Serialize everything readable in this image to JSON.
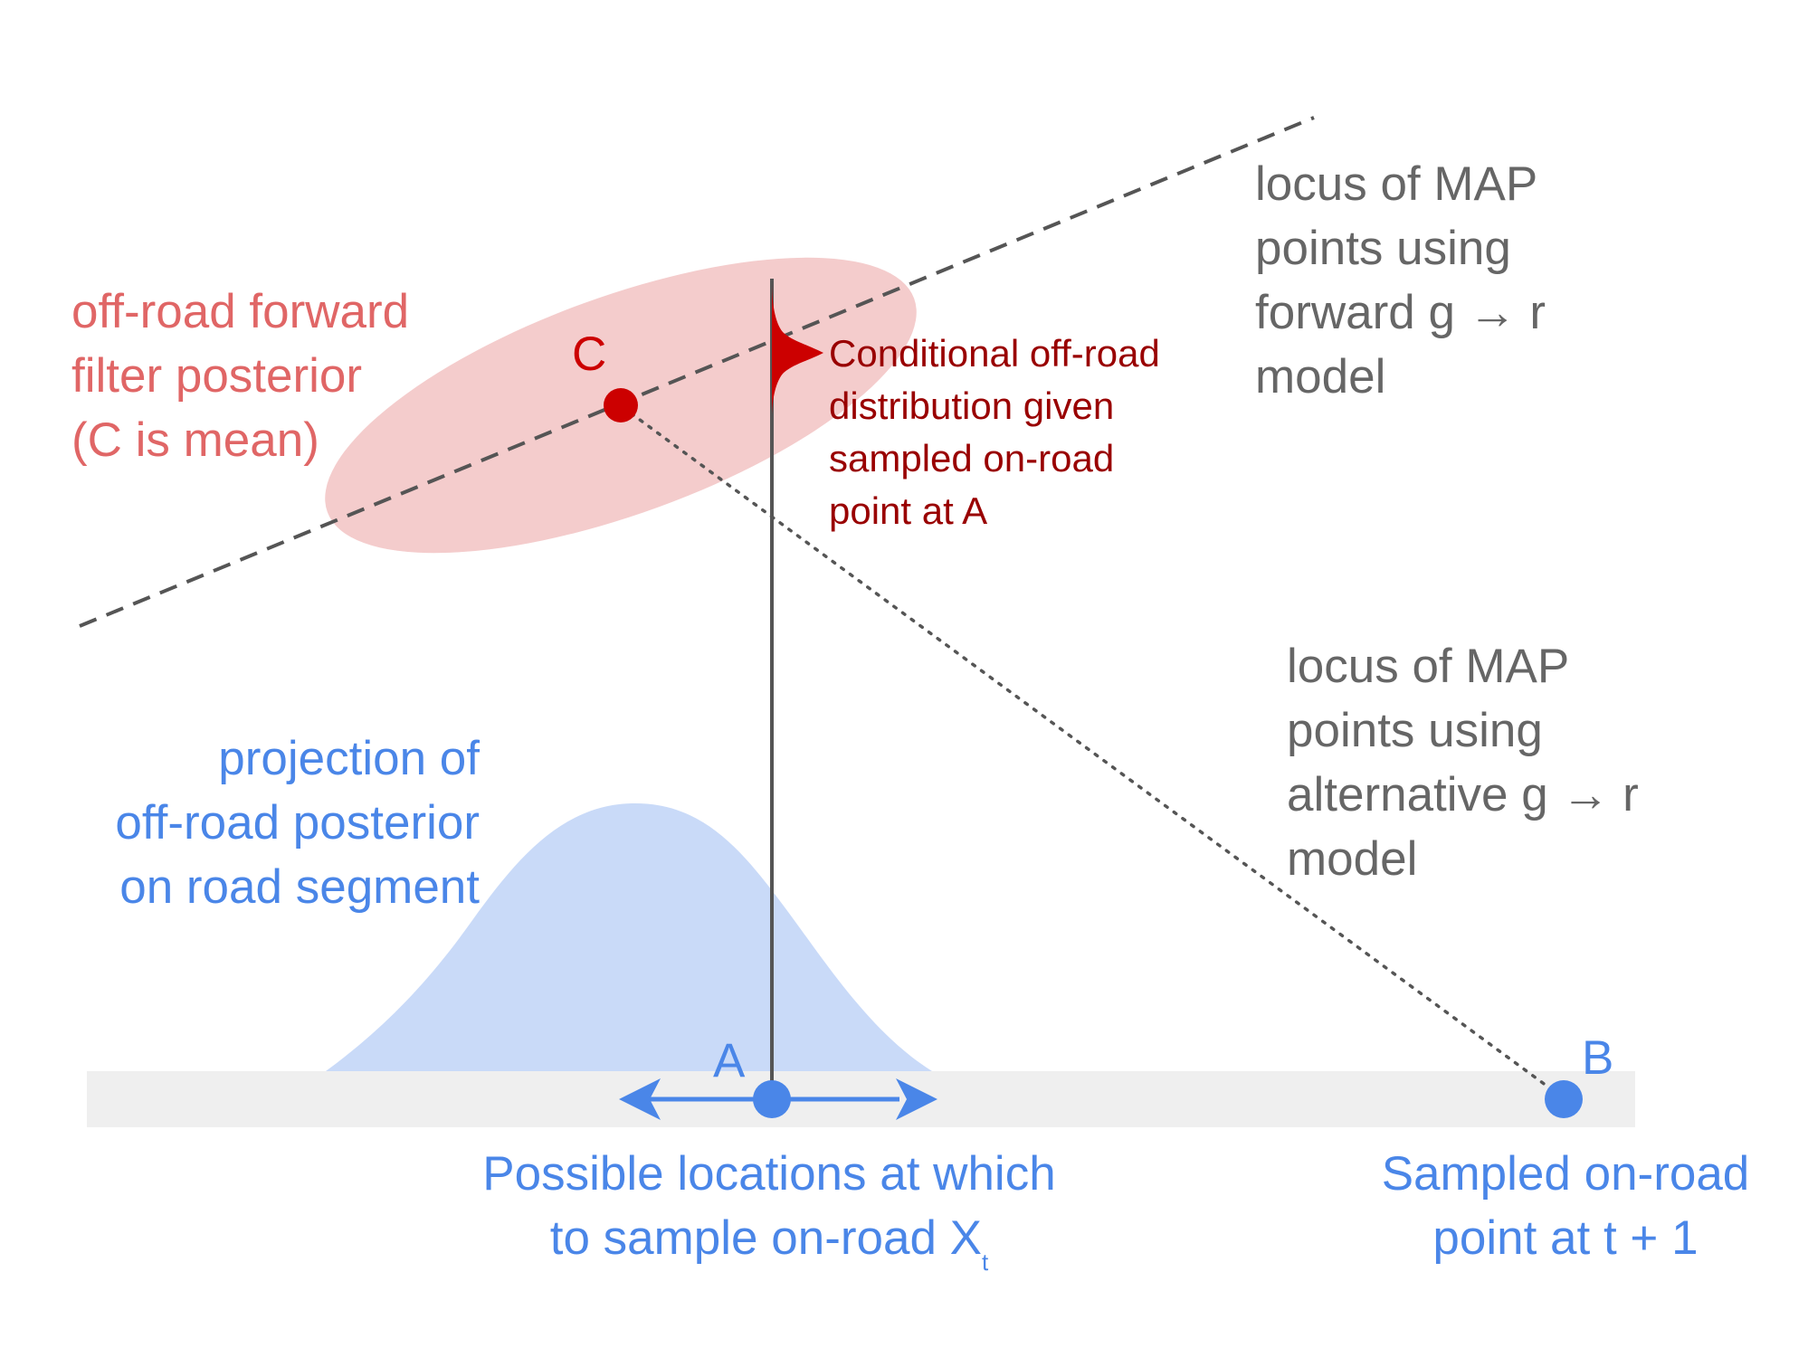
{
  "labels": {
    "forward_locus": [
      "locus of MAP",
      "points using",
      "forward g → r",
      "model"
    ],
    "alternative_locus": [
      "locus of MAP",
      "points using",
      "alternative g → r",
      "model"
    ],
    "forward_posterior": [
      "off-road forward",
      "filter posterior",
      "(C is mean)"
    ],
    "conditional": [
      "Conditional off-road",
      "distribution given",
      "sampled on-road",
      "point at A"
    ],
    "projection": [
      "projection of",
      "off-road posterior",
      "on road segment"
    ],
    "possible_locations": [
      "Possible locations at which",
      "to sample on-road X"
    ],
    "possible_locations_sub": "t",
    "sampled_point": [
      "Sampled on-road",
      "point at t + 1"
    ]
  },
  "points": {
    "A": "A",
    "B": "B",
    "C": "C"
  },
  "colors": {
    "dark_gray": "#555555",
    "gray_text": "#666666",
    "pink_text": "#e06666",
    "pink_fill": "#f4cccc",
    "dark_red": "#990000",
    "red": "#cc0000",
    "blue": "#4a86e8",
    "light_blue_fill": "#c9daf8",
    "road": "#efefef"
  }
}
